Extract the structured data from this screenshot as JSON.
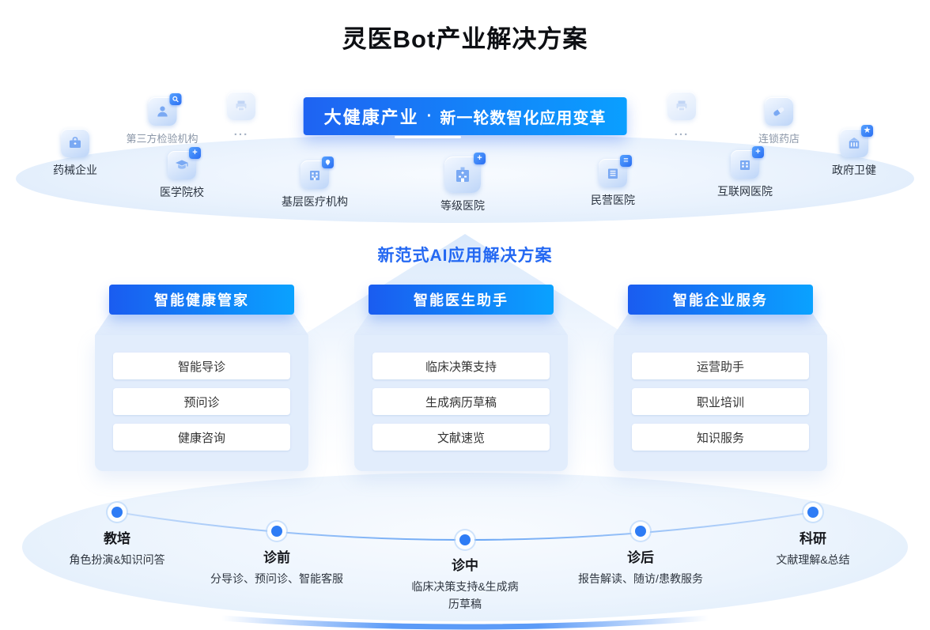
{
  "page": {
    "title": "灵医Bot产业解决方案"
  },
  "banner": {
    "strong": "大健康产业",
    "separator": "·",
    "rest": "新一轮数智化应用变革"
  },
  "industries": [
    {
      "label": "药械企业",
      "icon": "pharma-device-icon"
    },
    {
      "label": "第三方检验机构",
      "icon": "inspection-agency-icon"
    },
    {
      "label": "...",
      "icon": "printer-icon"
    },
    {
      "label": "医学院校",
      "icon": "medical-school-icon"
    },
    {
      "label": "基层医疗机构",
      "icon": "primary-care-icon"
    },
    {
      "label": "等级医院",
      "icon": "graded-hospital-icon"
    },
    {
      "label": "民营医院",
      "icon": "private-hospital-icon"
    },
    {
      "label": "互联网医院",
      "icon": "internet-hospital-icon"
    },
    {
      "label": "...",
      "icon": "printer-icon"
    },
    {
      "label": "连锁药店",
      "icon": "pharmacy-chain-icon"
    },
    {
      "label": "政府卫健",
      "icon": "government-health-icon"
    }
  ],
  "solution": {
    "heading": "新范式AI应用解决方案",
    "columns": [
      {
        "title": "智能健康管家",
        "items": [
          "智能导诊",
          "预问诊",
          "健康咨询"
        ]
      },
      {
        "title": "智能医生助手",
        "items": [
          "临床决策支持",
          "生成病历草稿",
          "文献速览"
        ]
      },
      {
        "title": "智能企业服务",
        "items": [
          "运营助手",
          "职业培训",
          "知识服务"
        ]
      }
    ]
  },
  "journey": {
    "stages": [
      {
        "name": "教培",
        "desc": "角色扮演&知识问答"
      },
      {
        "name": "诊前",
        "desc": "分导诊、预问诊、智能客服"
      },
      {
        "name": "诊中",
        "desc": "临床决策支持&生成病历草稿"
      },
      {
        "name": "诊后",
        "desc": "报告解读、随访/患教服务"
      },
      {
        "name": "科研",
        "desc": "文献理解&总结"
      }
    ]
  },
  "colors": {
    "accent_blue": "#2468F2",
    "gradient_start": "#1F63F2",
    "gradient_end": "#0A9FFF",
    "panel_blue": "#E2EDFC"
  }
}
